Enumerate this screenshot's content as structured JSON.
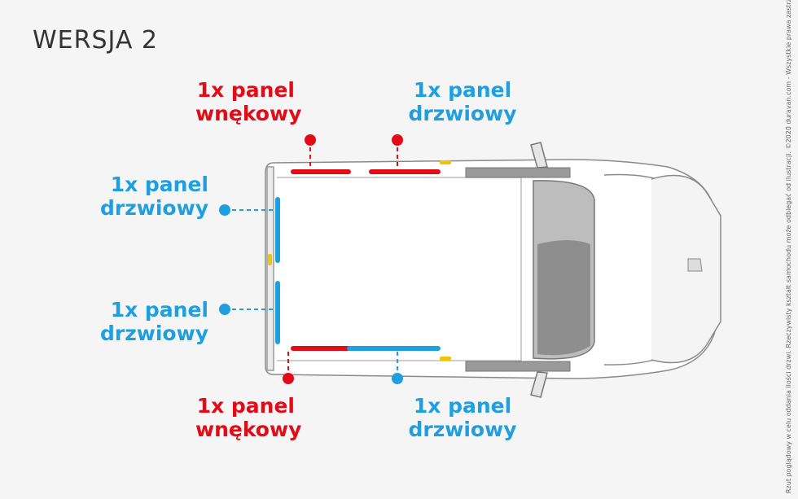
{
  "title": "WERSJA 2",
  "labels": {
    "top_left": {
      "line1": "1x panel",
      "line2": "wnękowy"
    },
    "top_right": {
      "line1": "1x panel",
      "line2": "drzwiowy"
    },
    "rear_top": {
      "line1": "1x panel",
      "line2": "drzwiowy"
    },
    "rear_bottom": {
      "line1": "1x panel",
      "line2": "drzwiowy"
    },
    "bottom_left": {
      "line1": "1x panel",
      "line2": "wnękowy"
    },
    "bottom_right": {
      "line1": "1x panel",
      "line2": "drzwiowy"
    }
  },
  "disclaimer": "Rzut poglądowy w celu oddania ilości drzwi. Rzeczywisty kształt samochodu może odbiegać od ilustracji. ©2020 duravan.com - Wszystkie prawa zastrzeżone.",
  "colors": {
    "red": "#e30b17",
    "blue": "#1f9fdf",
    "background": "#f5f5f5",
    "van_outline": "#8a8a8a"
  }
}
